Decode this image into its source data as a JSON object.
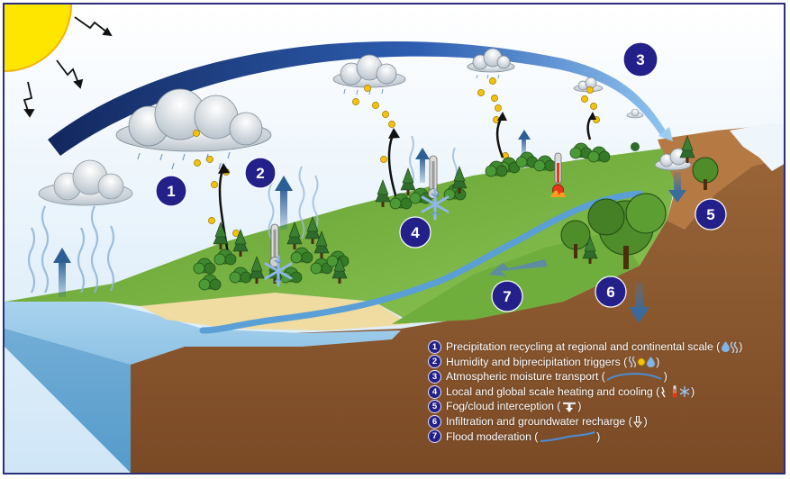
{
  "colors": {
    "badge": "#24208a",
    "sky_top": "#ffffff",
    "sky_bottom": "#cfe6f7",
    "hill": "#7cb342",
    "soil": "#8d5a32",
    "water": "#7fb8dd",
    "sun": "#ffe600",
    "moisture_arc": "#1c3f86"
  },
  "badges": [
    "1",
    "2",
    "3",
    "4",
    "5",
    "6",
    "7"
  ],
  "legend": [
    {
      "num": "1",
      "text": "Precipitation recycling at regional and continental scale (",
      "suffix": ")",
      "icons": [
        "droplet-icon",
        "vapor-wave-icon"
      ]
    },
    {
      "num": "2",
      "text": "Humidity and biprecipitation triggers (",
      "suffix": ")",
      "icons": [
        "vapor-wave-icon",
        "particle-icon",
        "droplet-icon"
      ]
    },
    {
      "num": "3",
      "text": "Atmospheric moisture transport (",
      "suffix": ")",
      "icons": [
        "moisture-arc-icon"
      ]
    },
    {
      "num": "4",
      "text": "Local and global scale heating and cooling (",
      "suffix": ")",
      "icons": [
        "sun-ray-icon",
        "thermometer-icon",
        "snowflake-icon"
      ]
    },
    {
      "num": "5",
      "text": "Fog/cloud interception (",
      "suffix": ")",
      "icons": [
        "fog-down-arrow-icon"
      ]
    },
    {
      "num": "6",
      "text": "Infiltration and groundwater recharge (",
      "suffix": ")",
      "icons": [
        "down-arrow-icon"
      ]
    },
    {
      "num": "7",
      "text": "Flood moderation (",
      "suffix": ")",
      "icons": [
        "river-line-icon"
      ]
    }
  ]
}
